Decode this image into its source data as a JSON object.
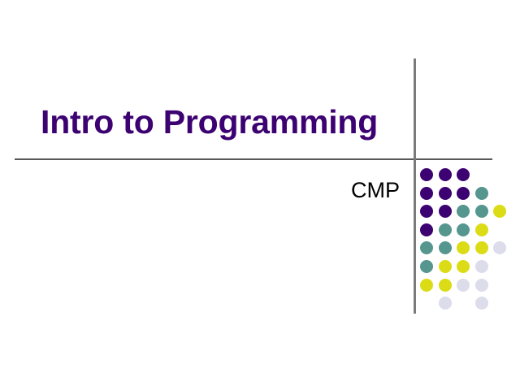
{
  "slide": {
    "title": "Intro to Programming",
    "subtitle": "CMP"
  },
  "colors": {
    "title_text": "#3D0272",
    "subtitle_text": "#000000",
    "background": "#FFFFFF",
    "rule": "#595959",
    "dot_purple": "#3D0272",
    "dot_teal": "#55968F",
    "dot_yellow": "#DCDC16",
    "dot_lavender": "#DCDCEB"
  },
  "decoration": {
    "name": "dot-grid-motif",
    "columns": 5,
    "rows": 8,
    "dot_diameter": 16,
    "spacing": 22.6,
    "grid": [
      [
        "purple",
        "purple",
        "purple",
        "empty",
        "empty"
      ],
      [
        "purple",
        "purple",
        "purple",
        "teal",
        "empty"
      ],
      [
        "purple",
        "purple",
        "teal",
        "teal",
        "yellow"
      ],
      [
        "purple",
        "teal",
        "teal",
        "yellow",
        "empty"
      ],
      [
        "teal",
        "teal",
        "yellow",
        "yellow",
        "lavender"
      ],
      [
        "teal",
        "yellow",
        "yellow",
        "lavender",
        "empty"
      ],
      [
        "yellow",
        "yellow",
        "lavender",
        "lavender",
        "empty"
      ],
      [
        "empty",
        "lavender",
        "empty",
        "lavender",
        "empty"
      ]
    ]
  }
}
